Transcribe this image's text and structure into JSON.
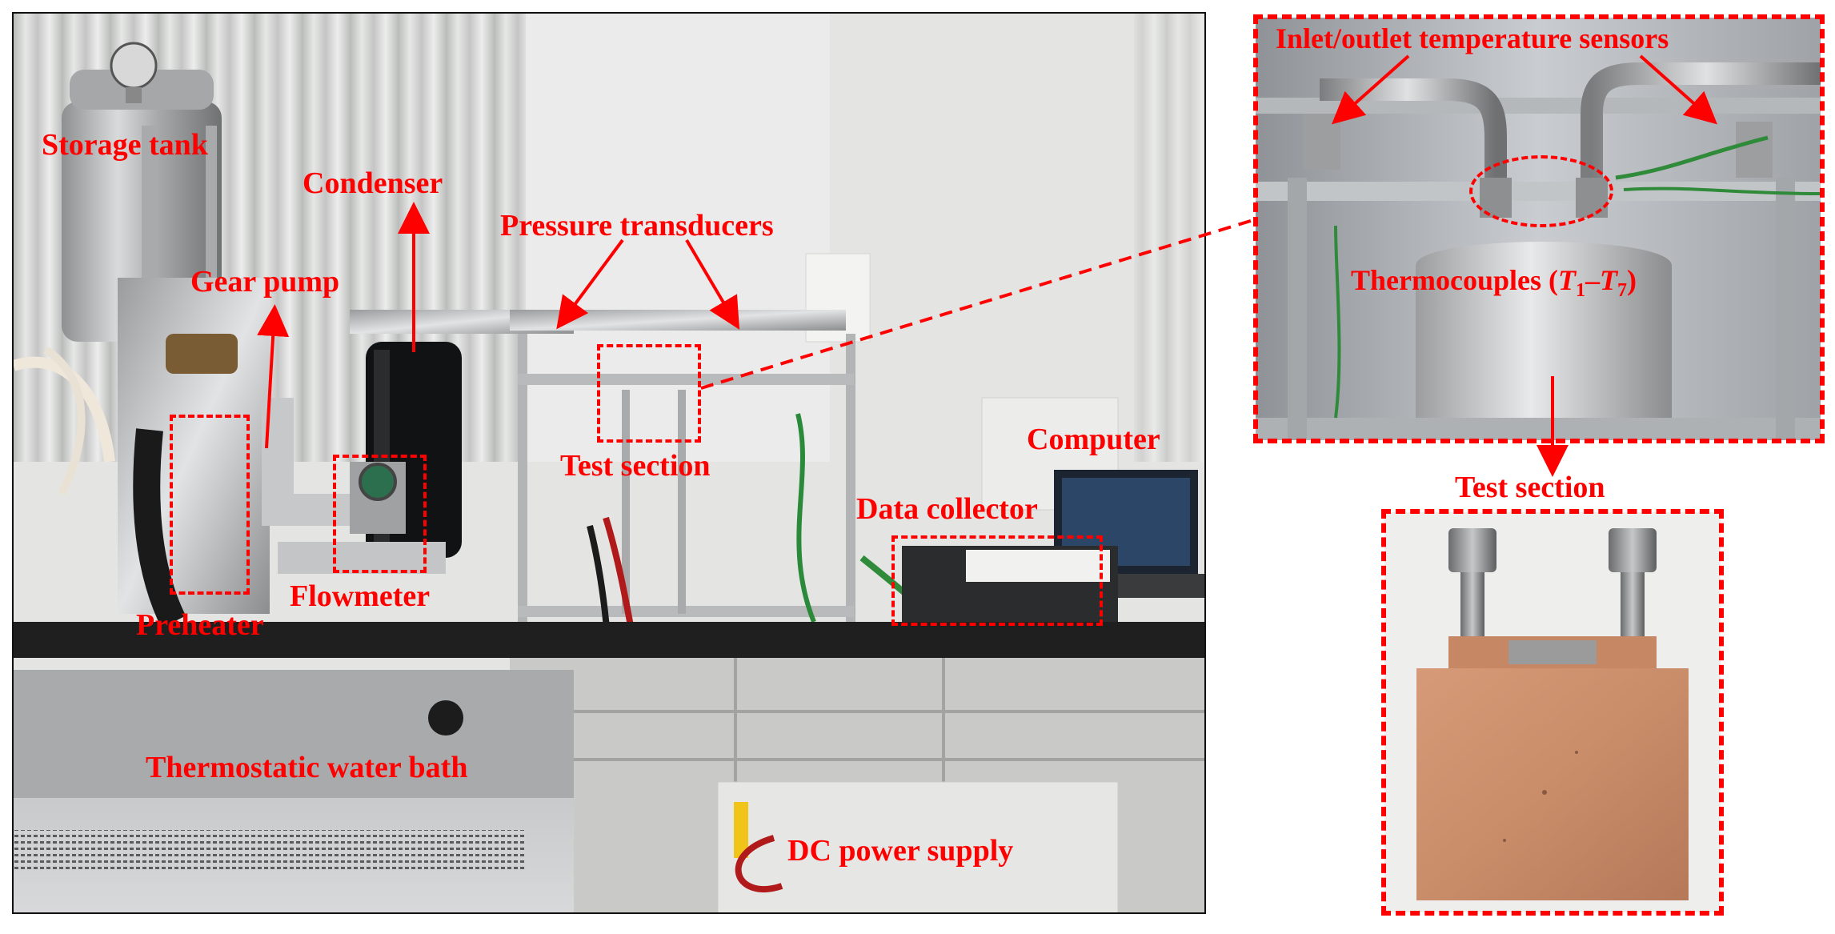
{
  "colors": {
    "annotation": "#ff0000",
    "wall": "#e4e5e3",
    "curtain": "#cfd0cf",
    "bench_top": "#1f1f1f",
    "cabinet": "#c9c9c7",
    "copper": "#c98d6a",
    "background": "#ffffff"
  },
  "labels": {
    "storage_tank": "Storage tank",
    "condenser": "Condenser",
    "gear_pump": "Gear pump",
    "pressure_transducers": "Pressure transducers",
    "test_section_main": "Test section",
    "computer": "Computer",
    "data_collector": "Data collector",
    "preheater": "Preheater",
    "flowmeter": "Flowmeter",
    "water_bath": "Thermostatic water bath",
    "dc_power": "DC power supply",
    "inlet_outlet": "Inlet/outlet temperature sensors",
    "thermocouples_prefix": "Thermocouples (",
    "t_var": "T",
    "t_sub_first": "1",
    "t_sep": "–",
    "t_sub_last": "7",
    "thermocouples_suffix": ")",
    "test_section_detail": "Test section"
  }
}
